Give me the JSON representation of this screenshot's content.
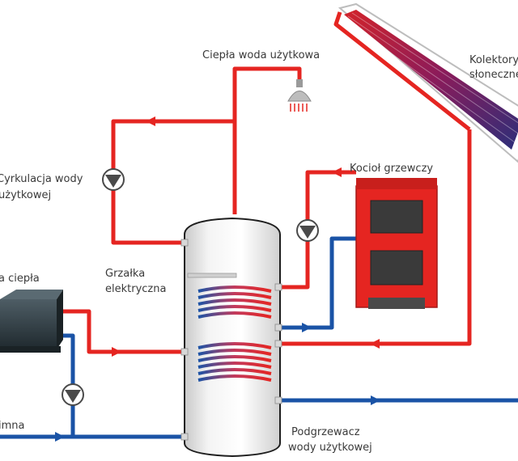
{
  "labels": {
    "hot_water": "Ciepła woda użytkowa",
    "solar_line1": "Kolektory",
    "solar_line2": "słoneczne",
    "recirc_line1": "Cyrkulacja wody",
    "recirc_line2": "użytkowej",
    "boiler": "Kocioł grzewczy",
    "heater_line1": "Grzałka",
    "heater_line2": "elektryczna",
    "heatpump": "a ciepła",
    "cold": "imna",
    "tank_line1": "Podgrzewacz",
    "tank_line2": "wody użytkowej"
  },
  "colors": {
    "hot_pipe": "#e52521",
    "cold_pipe": "#1a53a6",
    "boiler_body": "#e52521",
    "tank_body": "#eeeeee",
    "heatpump_body": "#2d3a40",
    "solar_panel": "#8b1b5a"
  },
  "icons": [
    "pump-icon",
    "shower-head-icon"
  ]
}
